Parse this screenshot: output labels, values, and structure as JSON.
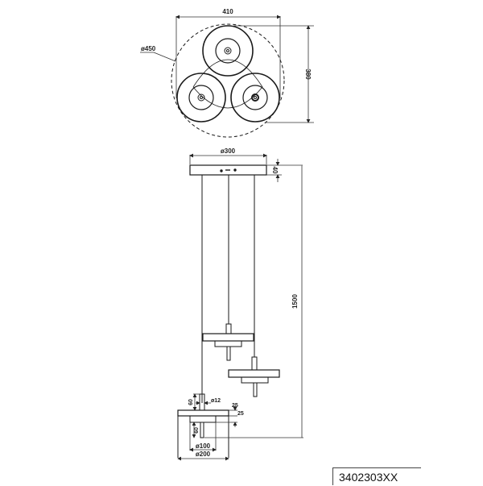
{
  "drawing": {
    "top_view": {
      "dim_width": "410",
      "dim_height": "380",
      "dim_diameter": "ø450"
    },
    "side_view": {
      "canopy_diameter": "ø300",
      "canopy_height": "40",
      "total_height": "1500",
      "stem_diameter": "ø12",
      "stem_length": "60",
      "shade_top_thickness": "25",
      "shade_lower_thickness": "25",
      "lower_stem_length": "60",
      "inner_diameter": "ø100",
      "outer_diameter": "ø200"
    },
    "product_code": "3402303XX"
  },
  "colors": {
    "line": "#1a1a1a",
    "dim_line": "#333333",
    "background": "#ffffff"
  }
}
